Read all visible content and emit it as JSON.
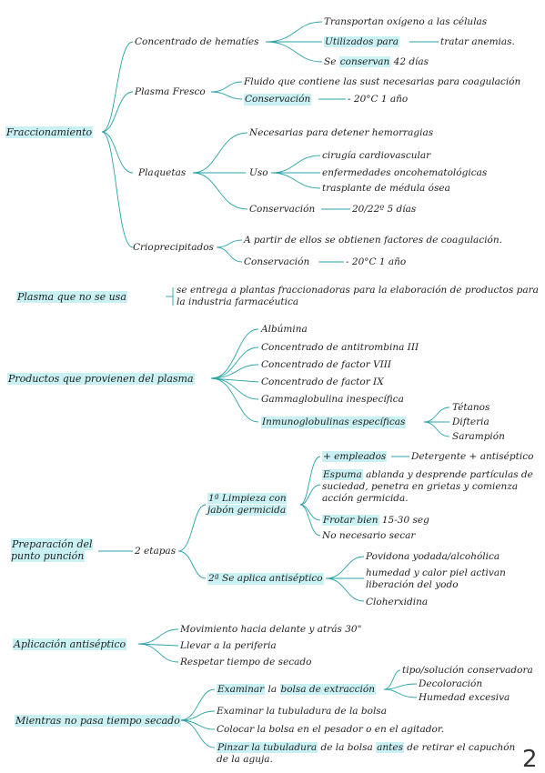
{
  "s1": {
    "root": "Fraccionamiento",
    "hematies": "Concentrado de hematíes",
    "hem_transp": "Transportan oxígeno a las células",
    "hem_util_a": "Utilizados para",
    "hem_util_b": "tratar anemias.",
    "hem_cons_a": "Se ",
    "hem_cons_b": "conservan",
    "hem_cons_c": " 42 días",
    "plasma": "Plasma Fresco",
    "pl_fluido": "Fluido que contiene las sust necesarias para coagulación",
    "pl_cons": "Conservación",
    "pl_cons_val": "- 20°C 1 año",
    "plaquetas": "Plaquetas",
    "pq_nec": "Necesarias para detener hemorragias",
    "pq_uso": "Uso",
    "pq_uso1": "cirugía cardiovascular",
    "pq_uso2": "enfermedades oncohematológicas",
    "pq_uso3": "trasplante de médula ósea",
    "pq_cons": "Conservación",
    "pq_cons_val": "20/22º 5 días",
    "crio": "Crioprecipitados",
    "cr_apartir": "A partir de ellos se obtienen factores de coagulación.",
    "cr_cons": "Conservación",
    "cr_cons_val": "- 20°C 1 año"
  },
  "s2": {
    "root": "Plasma que no se usa",
    "text": "se entrega a plantas fraccionadoras para la elaboración de productos para la industria farmacéutica"
  },
  "s3": {
    "root": "Productos que provienen del plasma",
    "i1": "Albúmina",
    "i2": "Concentrado de antitrombina III",
    "i3": "Concentrado de factor VIII",
    "i4": "Concentrado de factor IX",
    "i5": "Gammaglobulina inespecífica",
    "i6": "Inmunoglobulinas específicas",
    "sub1": "Tétanos",
    "sub2": "Difteria",
    "sub3": "Sarampión"
  },
  "s4": {
    "root": "Preparación del punto punción",
    "etapas": "2 etapas",
    "e1": "1ª Limpieza con jabón germicida",
    "e1_emp": "+ empleados",
    "e1_emp_val": "Detergente + antiséptico",
    "e1_esp_a": "Espuma",
    "e1_esp_b": " ablanda y desprende partículas de suciedad, penetra en grietas y comienza acción germicida.",
    "e1_frot_a": "Frotar bien",
    "e1_frot_b": " 15-30 seg",
    "e1_nosec": "No necesario secar",
    "e2": "2ª Se aplica antiséptico",
    "e2_1": "Povidona yodada/alcohólica",
    "e2_2": "humedad y calor piel activan liberación del yodo",
    "e2_3": "Cloherxidina"
  },
  "s5": {
    "root": "Aplicación antiséptico",
    "i1": "Movimiento hacia delante y atrás 30\"",
    "i2": "Llevar a la periferia",
    "i3": "Respetar tiempo de secado"
  },
  "s6": {
    "root": "Mientras no pasa tiempo secado",
    "i1_a": "Examinar",
    "i1_b": " la ",
    "i1_c": "bolsa de extracción",
    "i1_s1": "tipo/solución conservadora",
    "i1_s2": "Decoloración",
    "i1_s3": "Humedad excesiva",
    "i2": "Examinar la tubuladura de la bolsa",
    "i3": "Colocar la bolsa en el pesador o en el agitador.",
    "i4_a": "Pinzar la tubuladura",
    "i4_b": " de la bolsa ",
    "i4_c": "antes",
    "i4_d": " de retirar el capuchón de la aguja."
  },
  "page_number": "2"
}
